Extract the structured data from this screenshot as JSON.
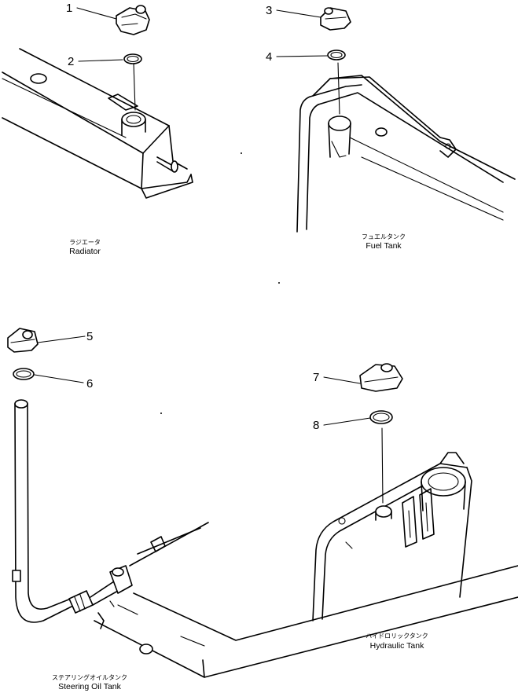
{
  "callouts": [
    "1",
    "2",
    "3",
    "4",
    "5",
    "6",
    "7",
    "8"
  ],
  "captions": {
    "radiator": {
      "jp": "ラジエータ",
      "en": "Radiator"
    },
    "fuel_tank": {
      "jp": "フュエルタンク",
      "en": "Fuel Tank"
    },
    "steering_oil_tank": {
      "jp": "ステアリングオイルタンク",
      "en": "Steering Oil Tank"
    },
    "hydraulic_tank": {
      "jp": "ハイドロリックタンク",
      "en": "Hydraulic Tank"
    }
  }
}
